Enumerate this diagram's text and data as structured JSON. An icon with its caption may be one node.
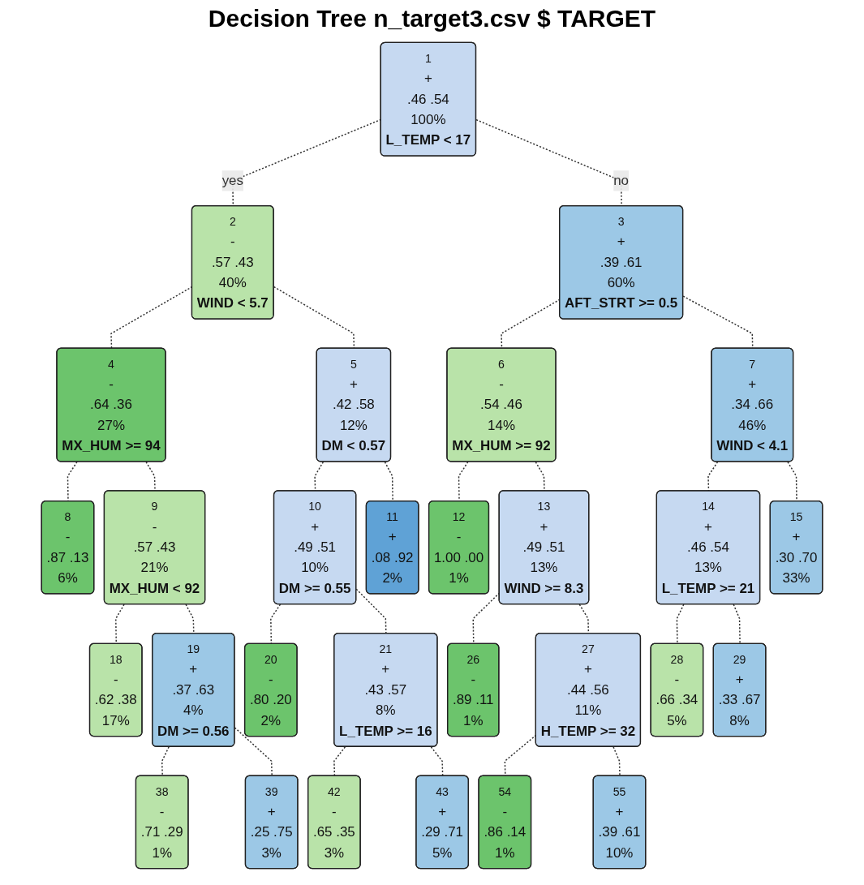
{
  "diagram": {
    "title": "Decision Tree n_target3.csv $ TARGET",
    "nodes": [
      {
        "text": [
          "1",
          "+",
          ".46 .54",
          "100%",
          "L_TEMP < 17"
        ]
      },
      {
        "text": [
          "2",
          "-",
          ".57 .43",
          "40%",
          "WIND < 5.7"
        ]
      },
      {
        "text": [
          "3",
          "+",
          ".39 .61",
          "60%",
          "AFT_STRT >= 0.5"
        ]
      },
      {
        "text": [
          "4",
          "-",
          ".64 .36",
          "27%",
          "MX_HUM >= 94"
        ]
      },
      {
        "text": [
          "5",
          "+",
          ".42 .58",
          "12%",
          "DM < 0.57"
        ]
      },
      {
        "text": [
          "6",
          "-",
          ".54 .46",
          "14%",
          "MX_HUM >= 92"
        ]
      },
      {
        "text": [
          "7",
          "+",
          ".34 .66",
          "46%",
          "WIND < 4.1"
        ]
      },
      {
        "text": [
          "9",
          "-",
          ".57 .43",
          "21%",
          "MX_HUM < 92"
        ]
      },
      {
        "text": [
          "10",
          "+",
          ".49 .51",
          "10%",
          "DM >= 0.55"
        ]
      },
      {
        "text": [
          "13",
          "+",
          ".49 .51",
          "13%",
          "WIND >= 8.3"
        ]
      },
      {
        "text": [
          "14",
          "+",
          ".46 .54",
          "13%",
          "L_TEMP >= 21"
        ]
      },
      {
        "text": [
          "19",
          "+",
          ".37 .63",
          "4%",
          "DM >= 0.56"
        ]
      },
      {
        "text": [
          "21",
          "+",
          ".43 .57",
          "8%",
          "L_TEMP >= 16"
        ]
      },
      {
        "text": [
          "27",
          "+",
          ".44 .56",
          "11%",
          "H_TEMP >= 32"
        ]
      },
      {
        "text": [
          "8",
          "-",
          ".87 .13",
          "6%"
        ]
      },
      {
        "text": [
          "18",
          "-",
          ".62 .38",
          "17%"
        ]
      },
      {
        "text": [
          "38",
          "-",
          ".71 .29",
          "1%"
        ]
      },
      {
        "text": [
          "39",
          "+",
          ".25 .75",
          "3%"
        ]
      },
      {
        "text": [
          "20",
          "-",
          ".80 .20",
          "2%"
        ]
      },
      {
        "text": [
          "42",
          "-",
          ".65 .35",
          "3%"
        ]
      },
      {
        "text": [
          "43",
          "+",
          ".29 .71",
          "5%"
        ]
      },
      {
        "text": [
          "11",
          "+",
          ".08 .92",
          "2%"
        ]
      },
      {
        "text": [
          "12",
          "-",
          "1.00 .00",
          "1%"
        ]
      },
      {
        "text": [
          "26",
          "-",
          ".89 .11",
          "1%"
        ]
      },
      {
        "text": [
          "54",
          "-",
          ".86 .14",
          "1%"
        ]
      },
      {
        "text": [
          "55",
          "+",
          ".39 .61",
          "10%"
        ]
      },
      {
        "text": [
          "28",
          "-",
          ".66 .34",
          "5%"
        ]
      },
      {
        "text": [
          "29",
          "+",
          ".33 .67",
          "8%"
        ]
      },
      {
        "text": [
          "15",
          "+",
          ".30 .70",
          "33%"
        ]
      }
    ],
    "edges": [
      {
        "from": 0,
        "to": 1,
        "arrow": "none",
        "style": "dashed",
        "label": "yes"
      },
      {
        "from": 0,
        "to": 2,
        "arrow": "none",
        "style": "dashed",
        "label": "no"
      },
      {
        "from": 1,
        "to": 3,
        "arrow": "none",
        "style": "dashed"
      },
      {
        "from": 1,
        "to": 4,
        "arrow": "none",
        "style": "dashed"
      },
      {
        "from": 2,
        "to": 5,
        "arrow": "none",
        "style": "dashed"
      },
      {
        "from": 2,
        "to": 6,
        "arrow": "none",
        "style": "dashed"
      },
      {
        "from": 3,
        "to": 14,
        "arrow": "none",
        "style": "dashed"
      },
      {
        "from": 3,
        "to": 7,
        "arrow": "none",
        "style": "dashed"
      },
      {
        "from": 4,
        "to": 8,
        "arrow": "none",
        "style": "dashed"
      },
      {
        "from": 4,
        "to": 21,
        "arrow": "none",
        "style": "dashed"
      },
      {
        "from": 5,
        "to": 22,
        "arrow": "none",
        "style": "dashed"
      },
      {
        "from": 5,
        "to": 9,
        "arrow": "none",
        "style": "dashed"
      },
      {
        "from": 6,
        "to": 10,
        "arrow": "none",
        "style": "dashed"
      },
      {
        "from": 6,
        "to": 28,
        "arrow": "none",
        "style": "dashed"
      },
      {
        "from": 7,
        "to": 15,
        "arrow": "none",
        "style": "dashed"
      },
      {
        "from": 7,
        "to": 11,
        "arrow": "none",
        "style": "dashed"
      },
      {
        "from": 8,
        "to": 18,
        "arrow": "none",
        "style": "dashed"
      },
      {
        "from": 8,
        "to": 12,
        "arrow": "none",
        "style": "dashed"
      },
      {
        "from": 9,
        "to": 23,
        "arrow": "none",
        "style": "dashed"
      },
      {
        "from": 9,
        "to": 13,
        "arrow": "none",
        "style": "dashed"
      },
      {
        "from": 10,
        "to": 26,
        "arrow": "none",
        "style": "dashed"
      },
      {
        "from": 10,
        "to": 27,
        "arrow": "none",
        "style": "dashed"
      },
      {
        "from": 11,
        "to": 16,
        "arrow": "none",
        "style": "dashed"
      },
      {
        "from": 11,
        "to": 17,
        "arrow": "none",
        "style": "dashed"
      },
      {
        "from": 12,
        "to": 19,
        "arrow": "none",
        "style": "dashed"
      },
      {
        "from": 12,
        "to": 20,
        "arrow": "none",
        "style": "dashed"
      },
      {
        "from": 13,
        "to": 24,
        "arrow": "none",
        "style": "dashed"
      },
      {
        "from": 13,
        "to": 25,
        "arrow": "none",
        "style": "dashed"
      }
    ]
  }
}
